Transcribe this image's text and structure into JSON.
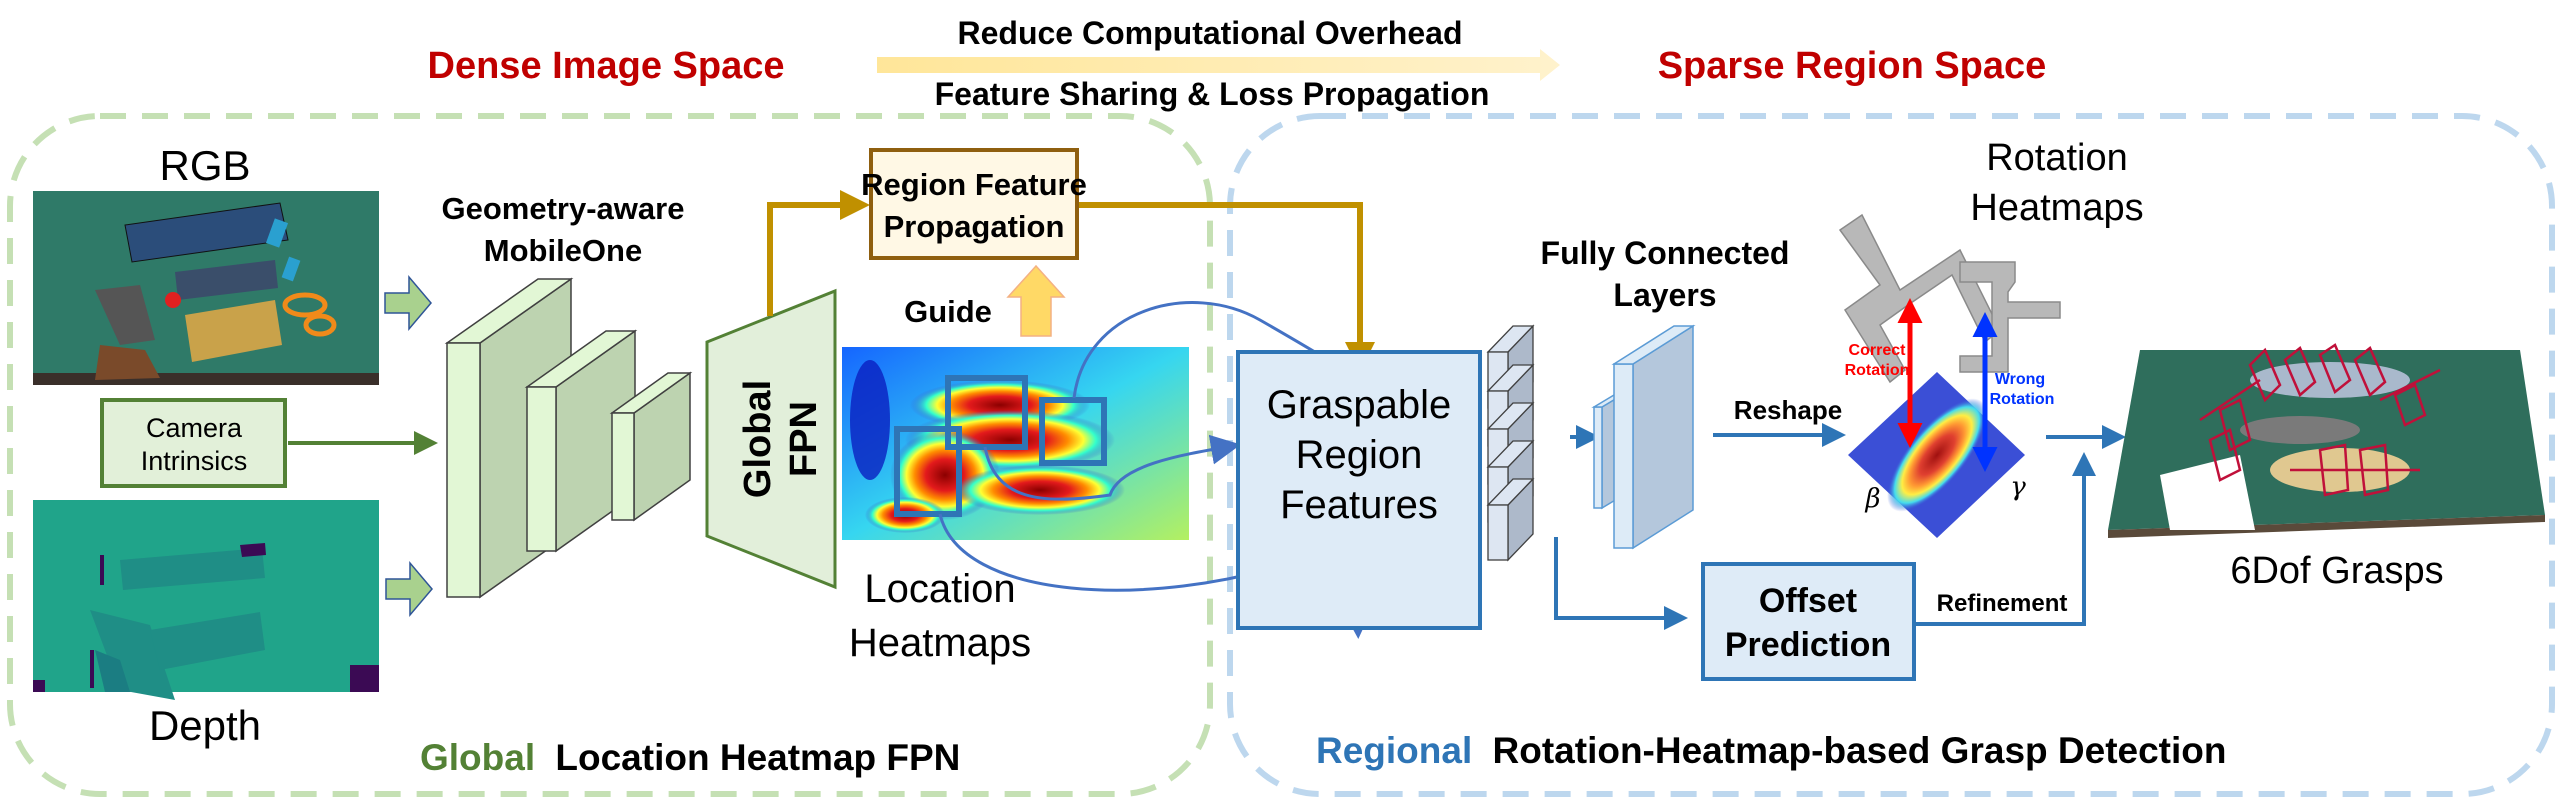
{
  "header": {
    "left_space": "Dense Image Space",
    "right_space": "Sparse Region Space",
    "arrow_top_label": "Reduce Computational Overhead",
    "arrow_bottom_label": "Feature Sharing & Loss  Propagation"
  },
  "global_panel": {
    "title_accent": "Global",
    "title_rest": "Location Heatmap FPN",
    "rgb_label": "RGB",
    "depth_label": "Depth",
    "camera_line1": "Camera",
    "camera_line2": "Intrinsics",
    "backbone_line1": "Geometry-aware",
    "backbone_line2": "MobileOne",
    "fpn_line1": "Global",
    "fpn_line2": "FPN",
    "guide_label": "Guide",
    "heatmap_line1": "Location",
    "heatmap_line2": "Heatmaps",
    "region_feature_line1": "Region Feature",
    "region_feature_line2": "Propagation"
  },
  "regional_panel": {
    "title_accent": "Regional",
    "title_rest": "Rotation-Heatmap-based Grasp Detection",
    "graspable_line1": "Graspable",
    "graspable_line2": "Region",
    "graspable_line3": "Features",
    "fc_line1": "Fully Connected",
    "fc_line2": "Layers",
    "reshape_label": "Reshape",
    "rotation_line1": "Rotation",
    "rotation_line2": "Heatmaps",
    "correct_line1": "Correct",
    "correct_line2": "Rotation",
    "wrong_line1": "Wrong",
    "wrong_line2": "Rotation",
    "beta": "β",
    "gamma": "γ",
    "offset_line1": "Offset",
    "offset_line2": "Prediction",
    "refinement_label": "Refinement",
    "grasps_label": "6Dof Grasps"
  },
  "colors": {
    "space_red": "#c00000",
    "global_green": "#538135",
    "regional_blue": "#2e75b6",
    "green_dash": "#c5e0b4",
    "blue_dash": "#bdd7ee",
    "gold_arrow": "#c09000",
    "highlight_arrow": "#ffe699",
    "correct_red": "#ff0000",
    "wrong_blue": "#0033ff"
  }
}
